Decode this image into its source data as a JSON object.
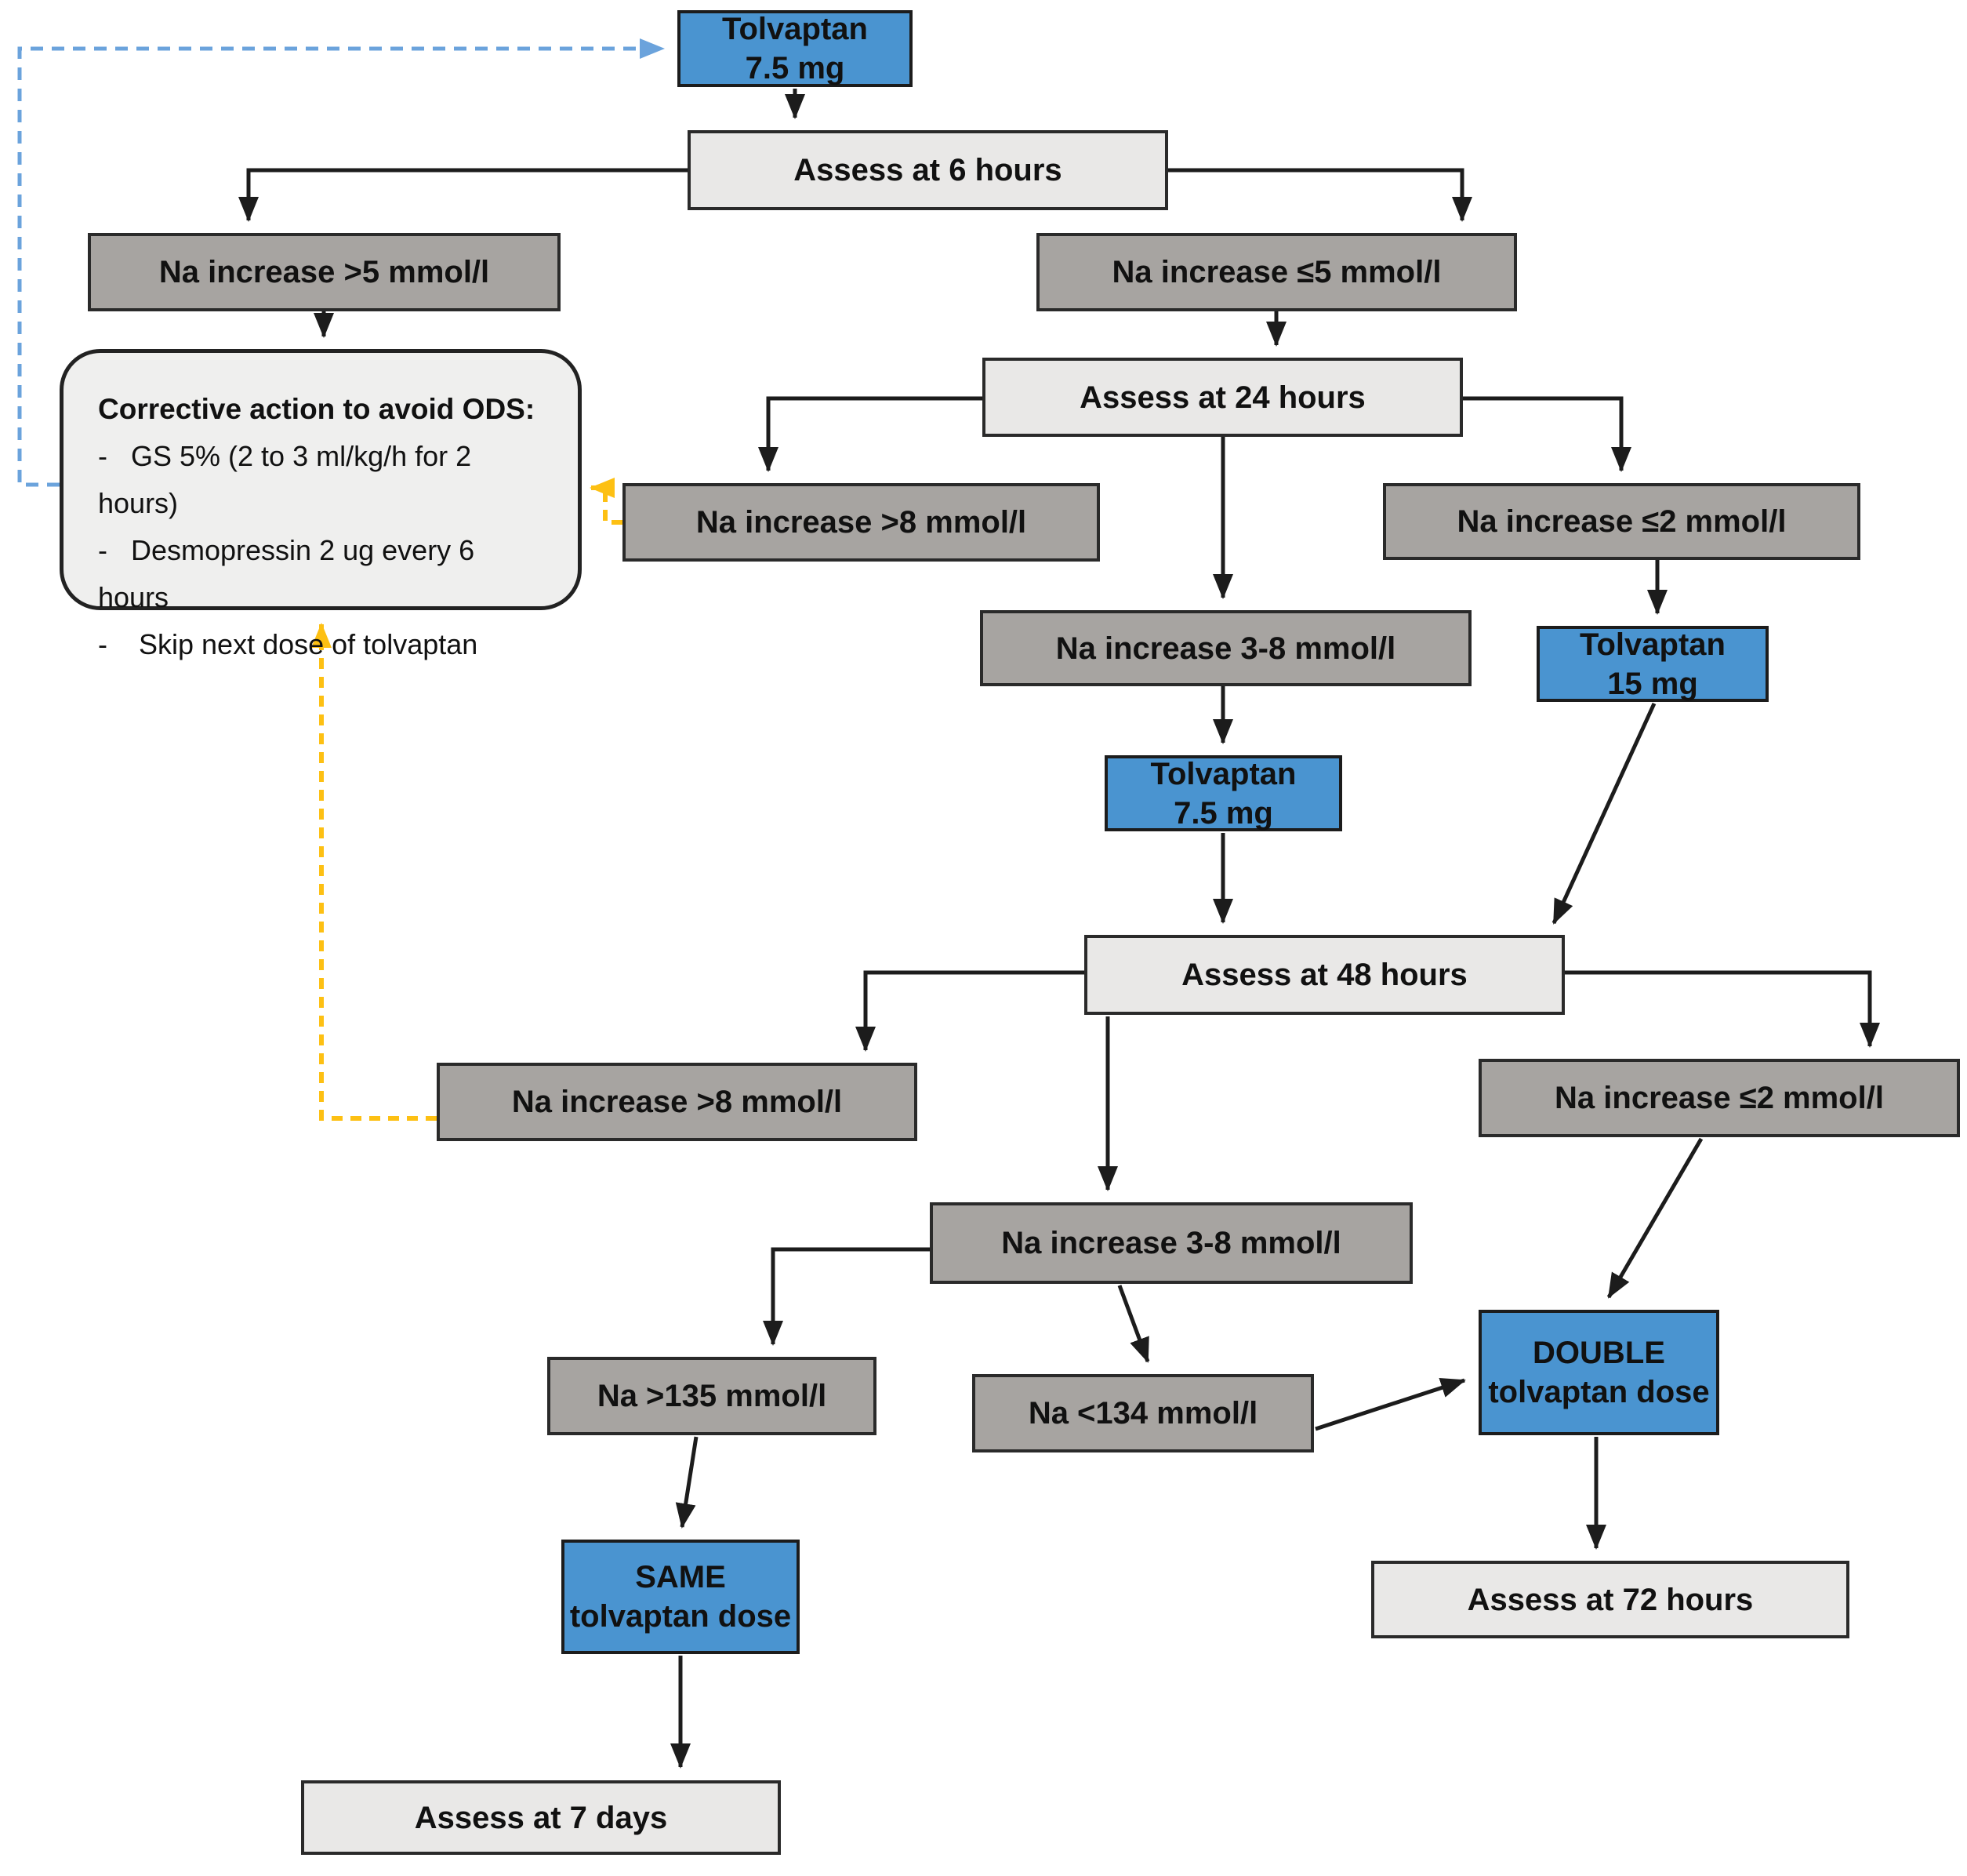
{
  "colors": {
    "blue_box": "#4a94d0",
    "gray_box": "#a7a4a1",
    "light_box": "#e9e8e7",
    "corrective_box": "#efefee",
    "border": "#2a2a2a",
    "arrow": "#1c1c1c",
    "dashed_blue_loop": "#6ba3dc",
    "dashed_yellow_loop": "#fdc013",
    "background": "#ffffff"
  },
  "nodes": {
    "tolvaptan_start": {
      "line1": "Tolvaptan",
      "line2": "7.5 mg"
    },
    "assess_6h": {
      "label": "Assess at 6 hours"
    },
    "na_gt5": {
      "label": "Na increase >5 mmol/l"
    },
    "na_le5": {
      "label": "Na increase ≤5 mmol/l"
    },
    "corrective": {
      "title": "Corrective action to avoid ODS:",
      "items": [
        "-   GS 5% (2 to 3 ml/kg/h for 2 hours)",
        "-   Desmopressin 2 ug every 6 hours",
        "-    Skip next dose of tolvaptan"
      ]
    },
    "assess_24h": {
      "label": "Assess at 24 hours"
    },
    "na_gt8_24": {
      "label": "Na increase >8 mmol/l"
    },
    "na_le2_24": {
      "label": "Na increase ≤2 mmol/l"
    },
    "na_3_8_24": {
      "label": "Na increase 3-8 mmol/l"
    },
    "tolvaptan_15": {
      "line1": "Tolvaptan",
      "line2": "15 mg"
    },
    "tolvaptan_75_repeat": {
      "line1": "Tolvaptan",
      "line2": "7.5 mg"
    },
    "assess_48h": {
      "label": "Assess at 48 hours"
    },
    "na_gt8_48": {
      "label": "Na increase >8 mmol/l"
    },
    "na_le2_48": {
      "label": "Na increase ≤2 mmol/l"
    },
    "na_3_8_48": {
      "label": "Na increase 3-8 mmol/l"
    },
    "na_gt135": {
      "label": "Na >135 mmol/l"
    },
    "na_lt134": {
      "label": "Na <134 mmol/l"
    },
    "double_dose": {
      "line1": "DOUBLE",
      "line2": "tolvaptan dose"
    },
    "same_dose": {
      "line1": "SAME",
      "line2": "tolvaptan dose"
    },
    "assess_72h": {
      "label": "Assess at 72 hours"
    },
    "assess_7d": {
      "label": "Assess at 7 days"
    }
  }
}
